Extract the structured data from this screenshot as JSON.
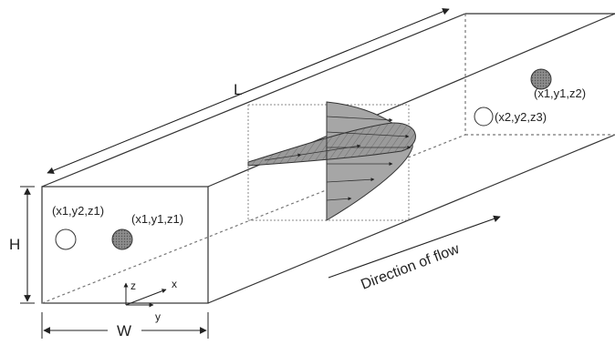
{
  "labels": {
    "length": "L",
    "height": "H",
    "width": "W",
    "direction": "Direction of flow"
  },
  "points": {
    "front_left": "(x1,y2,z1)",
    "front_right": "(x1,y1,z1)",
    "back_right": "(x1,y1,z2)",
    "back_left": "(x2,y2,z3)"
  },
  "axes": {
    "x": "x",
    "y": "y",
    "z": "z"
  },
  "colors": {
    "line": "#333333",
    "dashed": "#666666",
    "filled_marker": "#777777",
    "profile_fill": "#8a8a8a"
  }
}
